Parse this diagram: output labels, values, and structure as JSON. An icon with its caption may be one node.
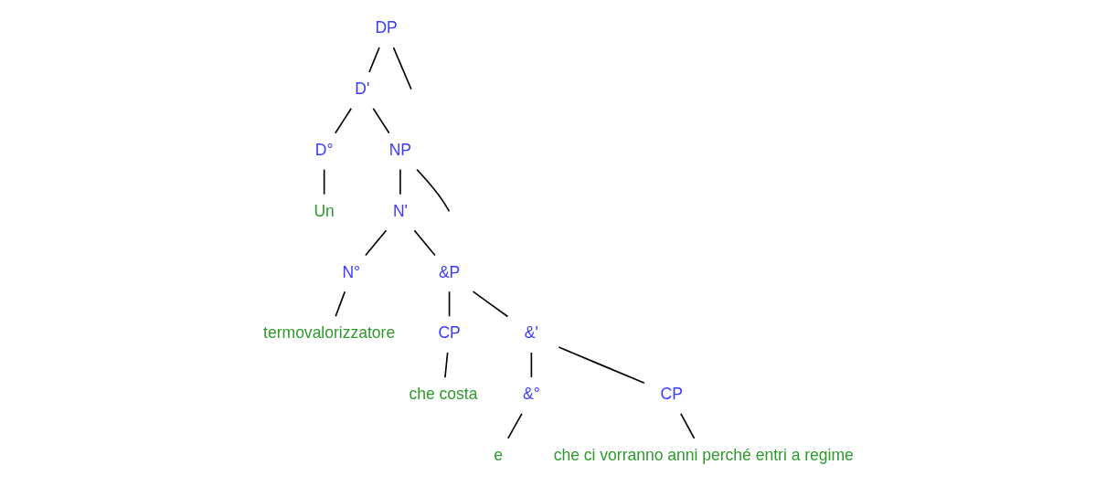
{
  "diagram": {
    "nodes": [
      {
        "text": [
          "DP"
        ]
      },
      {
        "text": [
          "D'"
        ]
      },
      {
        "text": [
          "D°"
        ]
      },
      {
        "text": [
          "NP"
        ]
      },
      {
        "text": [
          "Un"
        ]
      },
      {
        "text": [
          "N'"
        ]
      },
      {
        "text": [
          "N°"
        ]
      },
      {
        "text": [
          "&P"
        ]
      },
      {
        "text": [
          "termovalorizzatore"
        ]
      },
      {
        "text": [
          "CP"
        ]
      },
      {
        "text": [
          "&'"
        ]
      },
      {
        "text": [
          "che costa"
        ]
      },
      {
        "text": [
          "&°"
        ]
      },
      {
        "text": [
          "CP"
        ]
      },
      {
        "text": [
          "e"
        ]
      },
      {
        "text": [
          "che ci vorranno anni perché entri a regime"
        ]
      }
    ],
    "edges": [
      {
        "from": 0,
        "to": null,
        "arrow": "none"
      },
      {
        "from": 0,
        "to": 1,
        "arrow": "none"
      },
      {
        "from": 1,
        "to": 2,
        "arrow": "none"
      },
      {
        "from": 1,
        "to": 3,
        "arrow": "none"
      },
      {
        "from": 2,
        "to": 4,
        "arrow": "none"
      },
      {
        "from": 3,
        "to": null,
        "arrow": "none"
      },
      {
        "from": 3,
        "to": 5,
        "arrow": "none"
      },
      {
        "from": 5,
        "to": 6,
        "arrow": "none"
      },
      {
        "from": 5,
        "to": 7,
        "arrow": "none"
      },
      {
        "from": 6,
        "to": 8,
        "arrow": "none"
      },
      {
        "from": 7,
        "to": 9,
        "arrow": "none"
      },
      {
        "from": 7,
        "to": 10,
        "arrow": "none"
      },
      {
        "from": 9,
        "to": 11,
        "arrow": "none"
      },
      {
        "from": 10,
        "to": 12,
        "arrow": "none"
      },
      {
        "from": 10,
        "to": 13,
        "arrow": "none"
      },
      {
        "from": 12,
        "to": 14,
        "arrow": "none"
      },
      {
        "from": 13,
        "to": 15,
        "arrow": "none"
      }
    ]
  }
}
